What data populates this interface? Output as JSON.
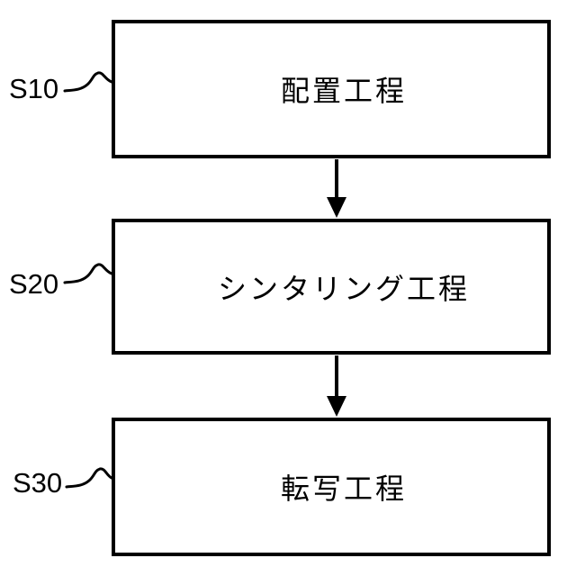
{
  "figure": {
    "type": "flowchart",
    "background_color": "#ffffff",
    "line_color": "#000000",
    "flow_direction": "top-to-bottom",
    "steps": [
      {
        "id": "S10",
        "label": "配置工程"
      },
      {
        "id": "S20",
        "label": "シンタリング工程"
      },
      {
        "id": "S30",
        "label": "転写工程"
      }
    ],
    "connections": [
      {
        "from": "S10",
        "to": "S20"
      },
      {
        "from": "S20",
        "to": "S30"
      }
    ]
  }
}
